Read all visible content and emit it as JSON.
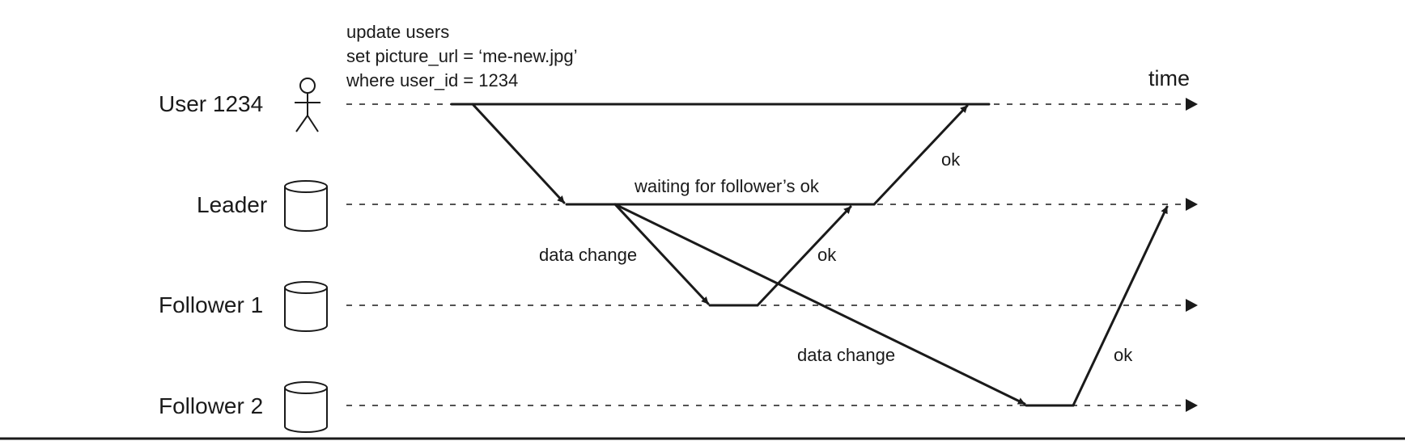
{
  "actors": [
    {
      "id": "user",
      "label": "User 1234",
      "icon": "stick-figure-icon"
    },
    {
      "id": "leader",
      "label": "Leader",
      "icon": "database-icon"
    },
    {
      "id": "follower1",
      "label": "Follower 1",
      "icon": "database-icon"
    },
    {
      "id": "follower2",
      "label": "Follower 2",
      "icon": "database-icon"
    }
  ],
  "time_label": "time",
  "query_lines": [
    "update users",
    "set picture_url = ‘me-new.jpg’",
    "where user_id = 1234"
  ],
  "messages": {
    "waiting": "waiting for follower’s ok",
    "data_change_f1": "data change",
    "ok_f1": "ok",
    "ok_leader": "ok",
    "data_change_f2": "data change",
    "ok_f2": "ok"
  }
}
